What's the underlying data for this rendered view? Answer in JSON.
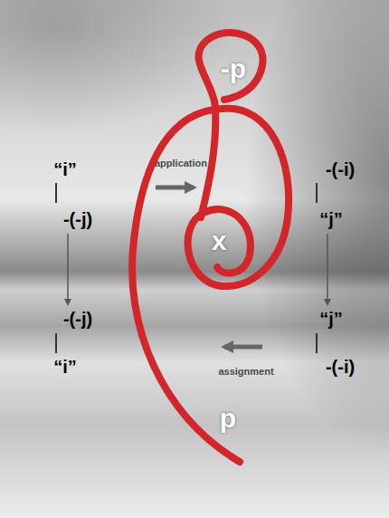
{
  "diagram": {
    "labels": [
      "“i”",
      "-(-j)",
      "-(-j)",
      "“i”",
      "-(-i)",
      "“j”",
      "“j”",
      "-(-i)",
      "application",
      "assignment",
      "-p",
      "x",
      "p"
    ]
  }
}
